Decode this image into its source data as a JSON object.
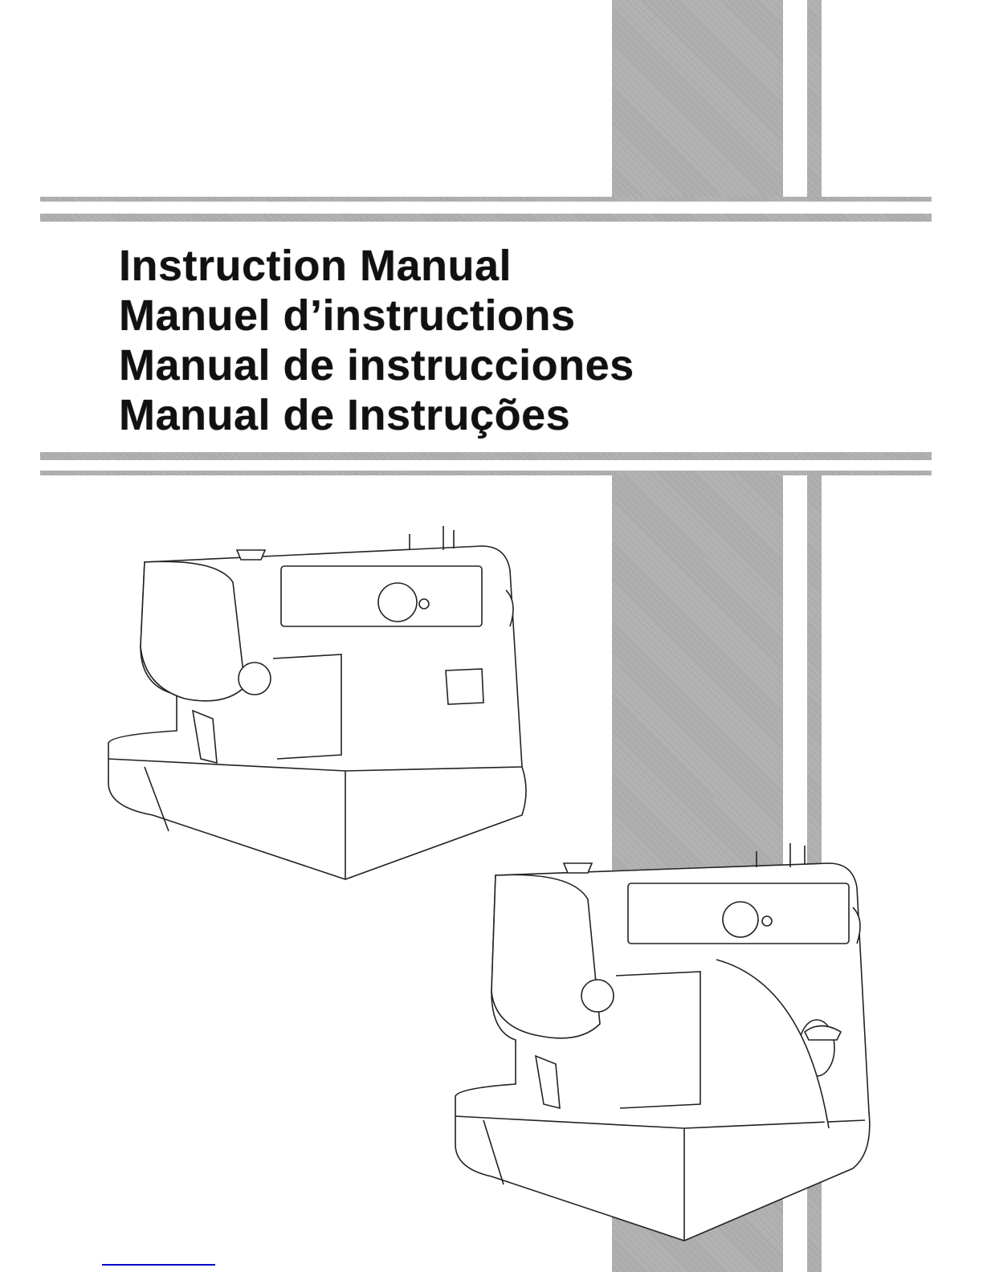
{
  "titles": [
    "Instruction Manual",
    "Manuel d’instructions",
    "Manual de instrucciones",
    "Manual de Instruções"
  ],
  "colors": {
    "band_gray": "#a8a8a8",
    "link_blue": "#0000cc"
  }
}
